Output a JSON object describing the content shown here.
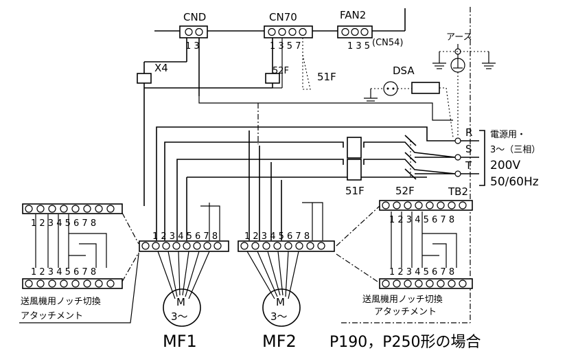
{
  "connectors": {
    "cnd": {
      "name": "CND",
      "pins": "1 3"
    },
    "cn70": {
      "name": "CN70",
      "pins": "1 3 5 7",
      "sub": "52F"
    },
    "fan2": {
      "name": "FAN2",
      "pins": "1 3 5",
      "note": "(CN54)"
    }
  },
  "relays": {
    "x4": "X4",
    "f51_top": "51F"
  },
  "earth": {
    "label": "アース",
    "dsa": "DSA"
  },
  "terminals": {
    "r": "R",
    "s": "S",
    "t": "T",
    "tb2": "TB2"
  },
  "contactors": {
    "f51": "51F",
    "f52": "52F"
  },
  "power": {
    "line1": "電源用・",
    "line2": "3～（三相）",
    "line3": "200V",
    "line4": "50/60Hz"
  },
  "terminal_block_labels": {
    "left": "1 2 3 4 5 6 7 8",
    "mid1": "1 2 3 4 5 6 7 8",
    "mid2": "1 2 3 4 5 6 7 8"
  },
  "attachment": {
    "left_line1": "送風機用ノッチ切換",
    "left_line2": "アタッチメント",
    "right_line1": "送風機用ノッチ切換",
    "right_line2": "アタッチメント"
  },
  "motors": {
    "mf1_symbol": "M",
    "mf1_phase": "3～",
    "mf2_symbol": "M",
    "mf2_phase": "3～",
    "mf1": "MF1",
    "mf2": "MF2"
  },
  "caption": "P190，P250形の場合"
}
